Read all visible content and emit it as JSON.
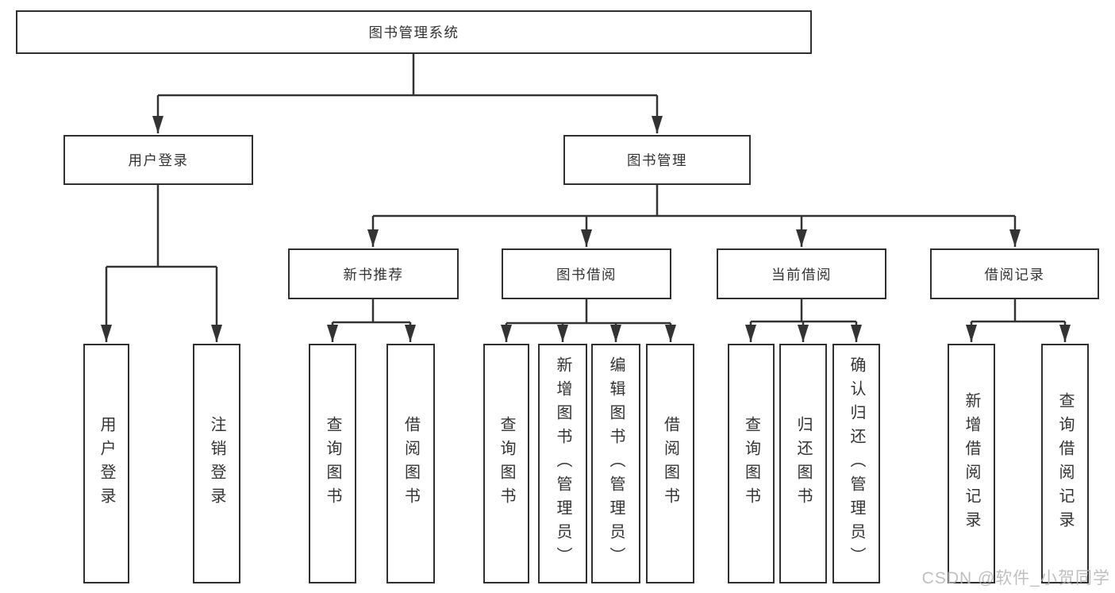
{
  "diagram": {
    "title": "图书管理系统",
    "root": "图书管理系统",
    "level2": [
      "用户登录",
      "图书管理"
    ],
    "level3": [
      "新书推荐",
      "图书借阅",
      "当前借阅",
      "借阅记录"
    ],
    "leaves": [
      "用户登录",
      "注销登录",
      "查询图书",
      "借阅图书",
      "查询图书",
      "新增图书（管理员）",
      "编辑图书（管理员）",
      "借阅图书",
      "查询图书",
      "归还图书",
      "确认归还（管理员）",
      "新增借阅记录",
      "查询借阅记录"
    ]
  },
  "watermark": "CSDN @软件_小贺同学",
  "colors": {
    "line": "#333333",
    "box_border": "#303030",
    "text": "#333333",
    "background": "#ffffff",
    "watermark": "#b4b4b4"
  }
}
